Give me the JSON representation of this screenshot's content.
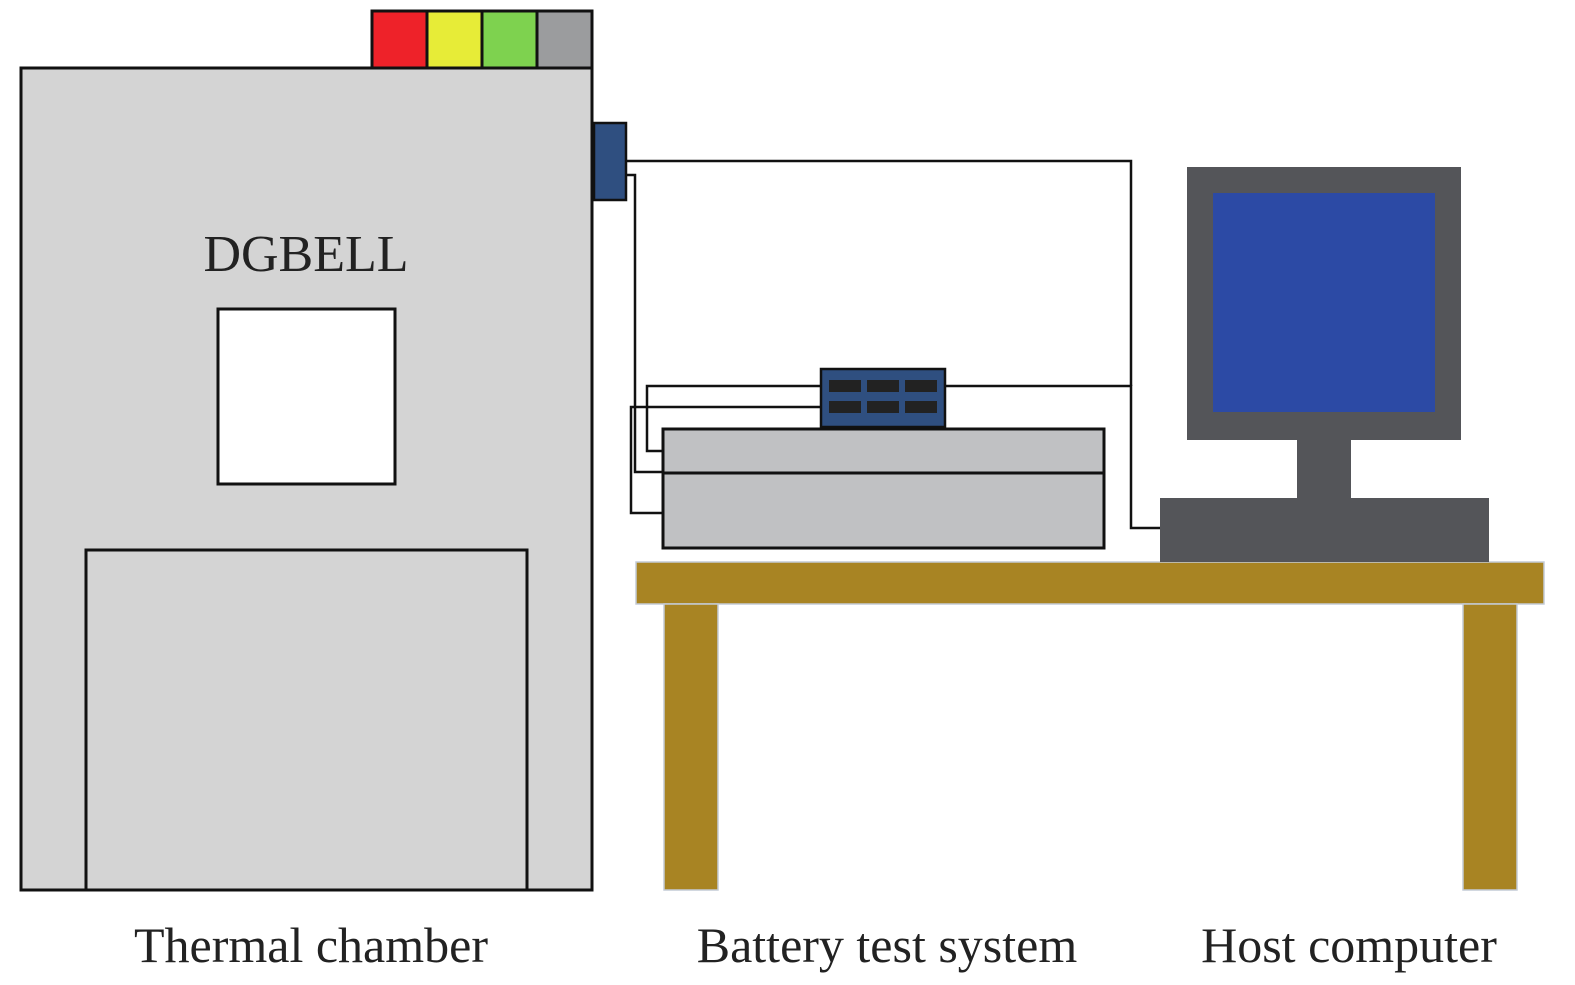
{
  "chamber": {
    "brand": "DGBELL",
    "caption": "Thermal chamber",
    "indicator_colors": [
      "#ee2229",
      "#e7ec37",
      "#7ed24f",
      "#9b9c9e"
    ],
    "body_color": "#d4d4d4",
    "port_color": "#2f4f80"
  },
  "battery_test_system": {
    "caption": "Battery test system",
    "body_color": "#c0c1c3",
    "battery_module_color": "#2f4f80",
    "cell_color": "#222222"
  },
  "host_computer": {
    "caption": "Host computer",
    "frame_color": "#545559",
    "screen_color": "#2c4aa5"
  },
  "table": {
    "color": "#a88423"
  }
}
